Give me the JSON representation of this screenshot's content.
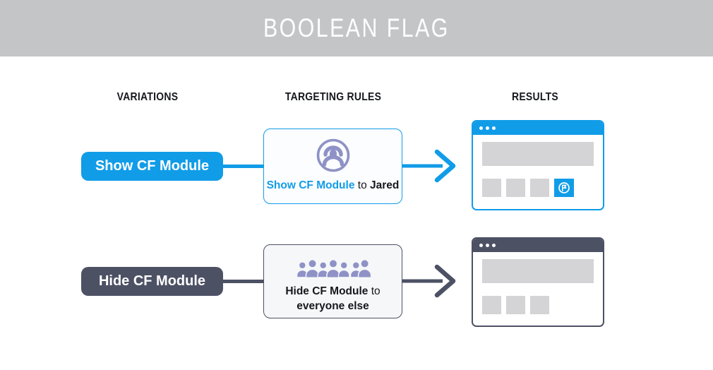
{
  "colors": {
    "header_bg": "#c4c5c7",
    "blue": "#119ce8",
    "slate": "#4d5164",
    "purple": "#8e92c6",
    "placeholder": "#d4d4d6",
    "box_show_bg": "#fcfdff",
    "box_hide_bg": "#f6f7f9",
    "text_dark": "#16181d"
  },
  "header": {
    "title": "BOOLEAN FLAG"
  },
  "columns": {
    "variations": "VARIATIONS",
    "targeting_rules": "TARGETING RULES",
    "results": "RESULTS"
  },
  "rows": [
    {
      "variation_label": "Show CF Module",
      "rule": {
        "icon": "single-user-avatar-icon",
        "flag": "Show CF Module",
        "preposition": "to",
        "audience": "Jared"
      },
      "result": {
        "module_visible": "true"
      }
    },
    {
      "variation_label": "Hide CF Module",
      "rule": {
        "icon": "crowd-users-icon",
        "flag": "Hide CF Module",
        "preposition": "to",
        "audience": "everyone else"
      },
      "result": {
        "module_visible": "false"
      }
    }
  ]
}
